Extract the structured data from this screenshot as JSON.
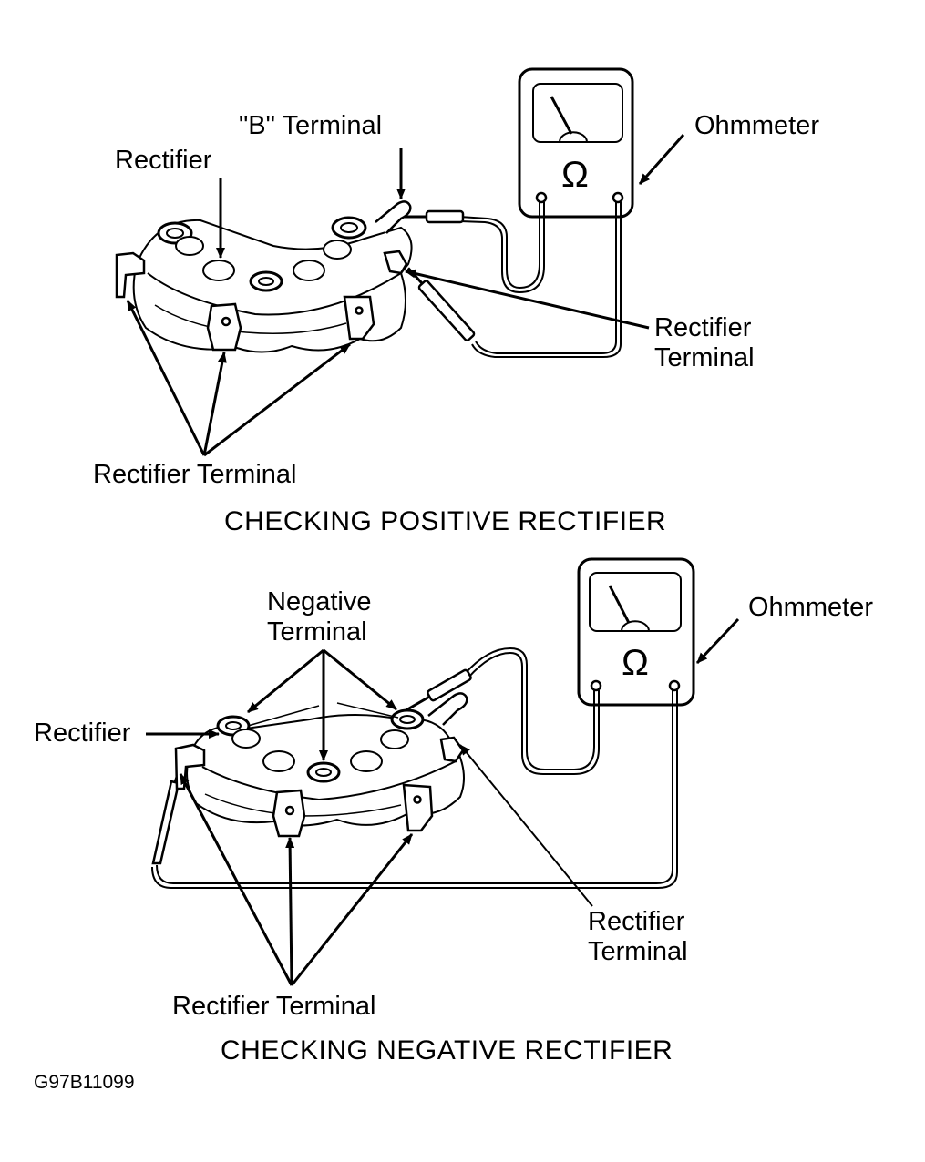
{
  "figure_id": "G97B11099",
  "panels": [
    {
      "caption": "CHECKING POSITIVE RECTIFIER",
      "labels": {
        "b_terminal": "\"B\" Terminal",
        "rectifier": "Rectifier",
        "ohmmeter": "Ohmmeter",
        "rectifier_terminal_right_line1": "Rectifier",
        "rectifier_terminal_right_line2": "Terminal",
        "rectifier_terminal_bottom": "Rectifier Terminal"
      },
      "meter_symbol": "Ω"
    },
    {
      "caption": "CHECKING NEGATIVE RECTIFIER",
      "labels": {
        "negative_terminal_line1": "Negative",
        "negative_terminal_line2": "Terminal",
        "rectifier": "Rectifier",
        "ohmmeter": "Ohmmeter",
        "rectifier_terminal_right_line1": "Rectifier",
        "rectifier_terminal_right_line2": "Terminal",
        "rectifier_terminal_bottom": "Rectifier Terminal"
      },
      "meter_symbol": "Ω"
    }
  ]
}
